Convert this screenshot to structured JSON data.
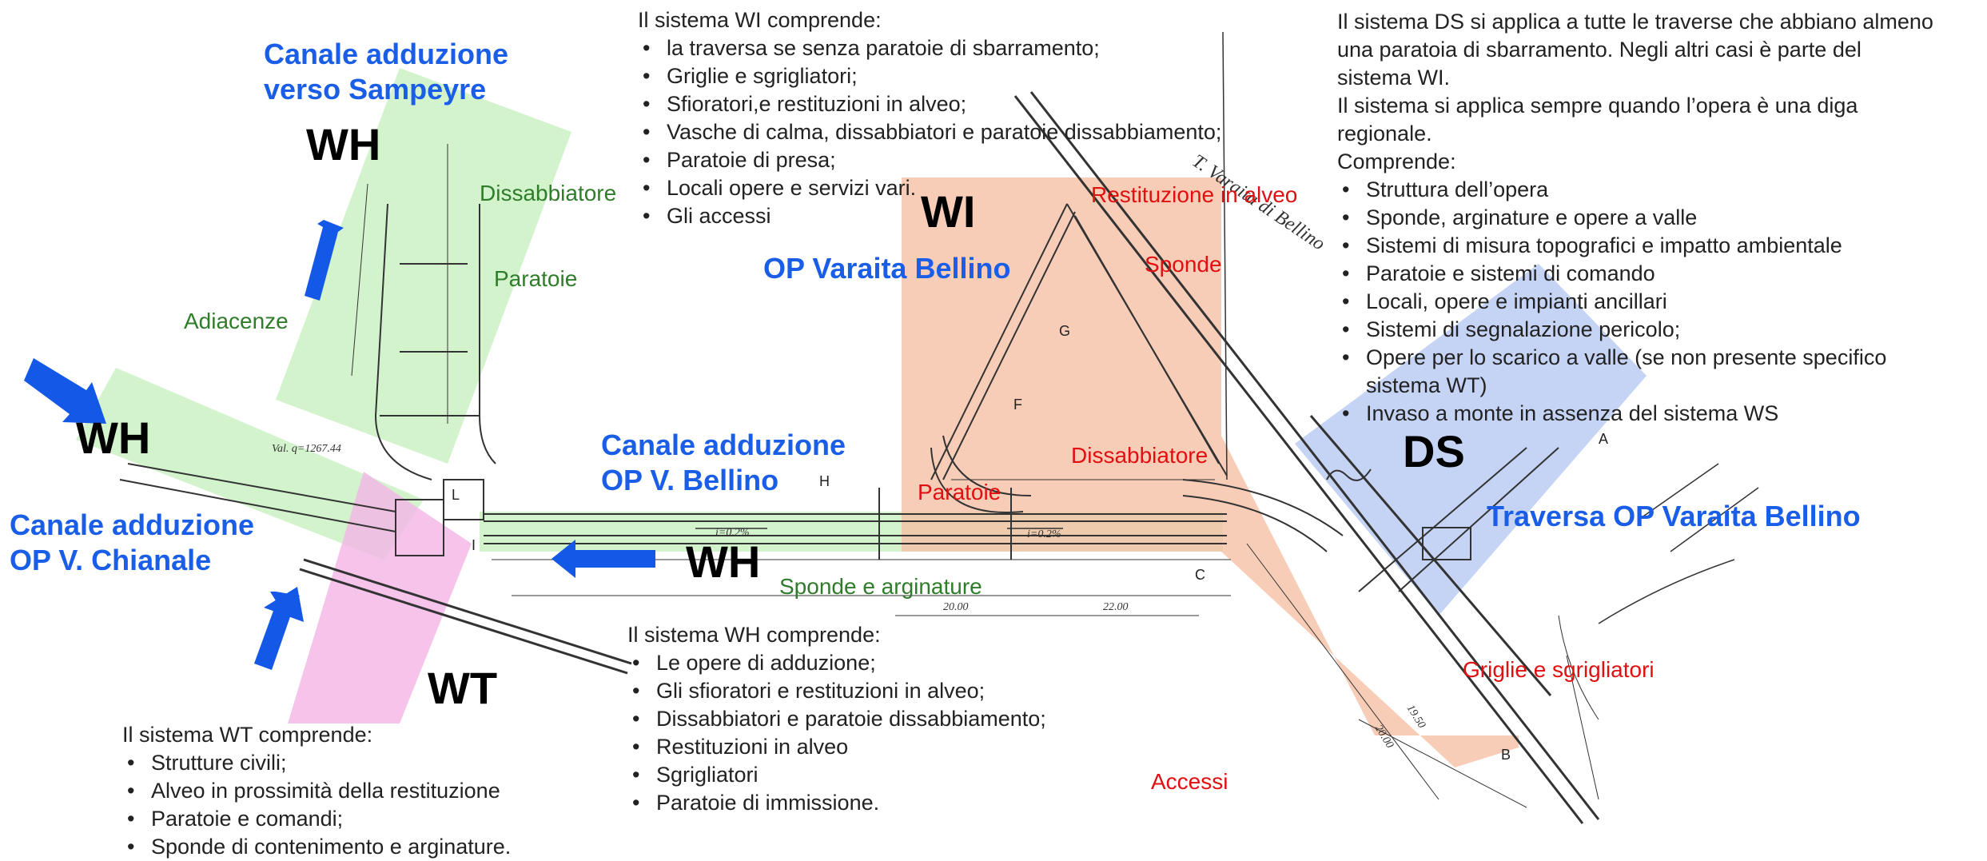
{
  "labels": {
    "canale_sampeyre": [
      "Canale adduzione",
      "verso Sampeyre"
    ],
    "canale_bellino": [
      "Canale adduzione",
      "OP V. Bellino"
    ],
    "canale_chianale": [
      "Canale adduzione",
      "OP V. Chianale"
    ],
    "op_varaita": "OP Varaita Bellino",
    "traversa": "Traversa OP Varaita Bellino",
    "wh": "WH",
    "wi": "WI",
    "ds": "DS",
    "wt": "WT"
  },
  "green_labels": {
    "dissabbiatore": "Dissabbiatore",
    "paratoie": "Paratoie",
    "adiacenze": "Adiacenze",
    "sponde_arginature": "Sponde e arginature"
  },
  "red_labels": {
    "restituzione": "Restituzione in alveo",
    "sponde": "Sponde",
    "dissabbiatore": "Dissabbiatore",
    "paratoie": "Paratoie",
    "griglie": "Griglie e sgrigliatori",
    "accessi": "Accessi"
  },
  "wi_block": {
    "title": "Il sistema WI comprende:",
    "items": [
      "la traversa se senza paratoie di sbarramento;",
      "Griglie e sgrigliatori;",
      "Sfioratori,e restituzioni in alveo;",
      "Vasche di calma, dissabbiatori e paratoie dissabbiamento;",
      "Paratoie di presa;",
      "Locali opere e servizi vari.",
      "Gli accessi"
    ]
  },
  "ds_block": {
    "intro": [
      "Il sistema DS si applica a tutte le traverse che abbiano almeno",
      "una paratoia di sbarramento. Negli altri casi è parte del",
      "sistema WI.",
      "Il sistema si applica sempre quando l’opera è una diga",
      "regionale.",
      "Comprende:"
    ],
    "items": [
      "Struttura dell’opera",
      "Sponde, arginature e opere a valle",
      "Sistemi di misura topografici e impatto ambientale",
      "Paratoie e sistemi di comando",
      "Locali, opere e impianti ancillari",
      "Sistemi di segnalazione pericolo;",
      "Opere per lo scarico a valle (se non presente specifico",
      "Invaso a monte in assenza del sistema WS"
    ],
    "item_continuation": "sistema WT)"
  },
  "wh_block": {
    "title": "Il sistema WH comprende:",
    "items": [
      "Le opere di adduzione;",
      "Gli sfioratori e restituzioni in alveo;",
      "Dissabbiatori e paratoie dissabbiamento;",
      "Restituzioni in alveo",
      "Sgrigliatori",
      "Paratoie di immissione."
    ]
  },
  "wt_block": {
    "title": "Il sistema WT comprende:",
    "items": [
      "Strutture civili;",
      "Alveo in prossimità della restituzione",
      "Paratoie e comandi;",
      "Sponde di contenimento e arginature."
    ]
  },
  "drawing_text": {
    "torrente": "T. Varaita di Bellino",
    "elev_1": "Val. q=1267.44",
    "slope_1": "i=0.2%",
    "slope_2": "i=0.2%",
    "dim_22": "22.00",
    "dim_20": "20.00",
    "dim_1950": "19.50",
    "dim_2000": "20.00",
    "sec_a": "A",
    "sec_b": "B",
    "sec_c": "C",
    "sec_f": "F",
    "sec_g": "G",
    "sec_h": "H",
    "sec_i": "I",
    "sec_l": "L"
  },
  "colors": {
    "wh_zone": "#c8f0c0",
    "wi_zone": "#f6c0a6",
    "ds_zone": "#b6c8f2",
    "wt_zone": "#f4b4e6",
    "arrow": "#1458e8",
    "label_blue": "#1a5ee8",
    "label_red": "#e01010",
    "label_green": "#2f7d2a"
  }
}
